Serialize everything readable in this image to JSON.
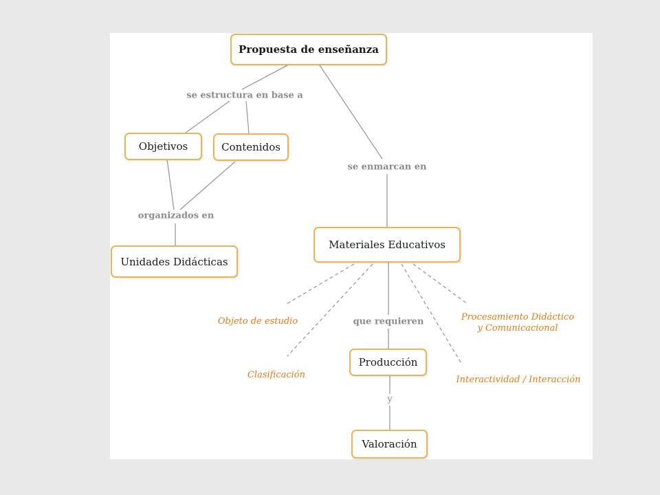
{
  "nodes": {
    "propuesta": "Propuesta de enseñanza",
    "objetivos": "Objetivos",
    "contenidos": "Contenidos",
    "unidades": "Unidades Didácticas",
    "materiales": "Materiales Educativos",
    "produccion": "Producción",
    "valoracion": "Valoración"
  },
  "links": {
    "estructura": "se estructura en base a",
    "enmarcan": "se enmarcan en",
    "organizados": "organizados en",
    "requieren": "que requieren",
    "y": "y"
  },
  "aspects": {
    "objeto": "Objeto de estudio",
    "clasificacion": "Clasificación",
    "procesamiento_1": "Procesamiento Didáctico",
    "procesamiento_2": "y Comunicacional",
    "interactividad": "Interactividad / Interacción"
  },
  "colors": {
    "node_border": "#e8b35a",
    "link_text": "#8c8c8c",
    "aspect_text": "#e07b1f",
    "line": "#9a9a9a"
  }
}
